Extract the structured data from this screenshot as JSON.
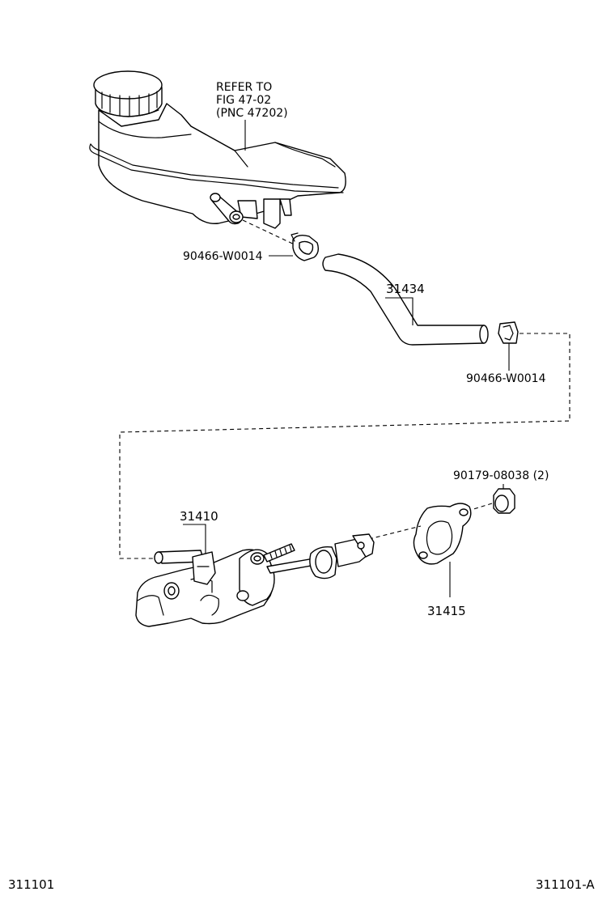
{
  "refer_note": {
    "line1": "REFER TO",
    "line2": "FIG 47-02",
    "line3": "(PNC 47202)"
  },
  "parts": {
    "clip_upper": "90466-W0014",
    "hose": "31434",
    "clip_lower": "90466-W0014",
    "nut": "90179-08038 (2)",
    "master_cylinder": "31410",
    "gasket": "31415"
  },
  "footer": {
    "left_code": "311101",
    "right_code": "311101-A"
  }
}
